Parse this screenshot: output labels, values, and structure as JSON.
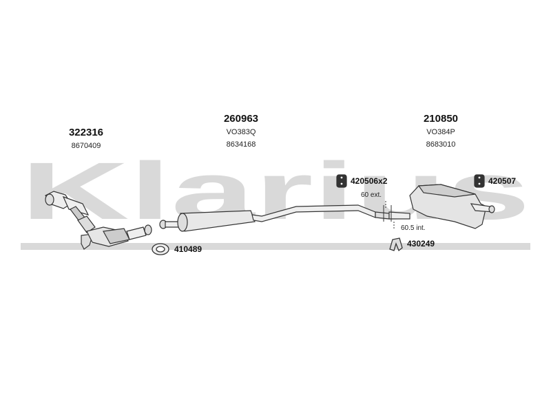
{
  "watermark": {
    "text": "Klarius",
    "color": "#d9d9d9"
  },
  "parts": [
    {
      "part_number": "322316",
      "codes": [
        "8670409"
      ]
    },
    {
      "part_number": "260963",
      "codes": [
        "VO383Q",
        "8634168"
      ]
    },
    {
      "part_number": "210850",
      "codes": [
        "VO384P",
        "8683010"
      ]
    }
  ],
  "accessories": [
    {
      "label": "420506x2",
      "icon": "rubber-hanger-icon"
    },
    {
      "label": "420507",
      "icon": "rubber-hanger-icon"
    },
    {
      "label": "410489",
      "icon": "gasket-icon"
    },
    {
      "label": "430249",
      "icon": "clamp-icon"
    }
  ],
  "notes": {
    "ext": "60 ext.",
    "int": "60.5 int."
  },
  "colors": {
    "line": "#333333",
    "fill": "#e8e8e8"
  }
}
